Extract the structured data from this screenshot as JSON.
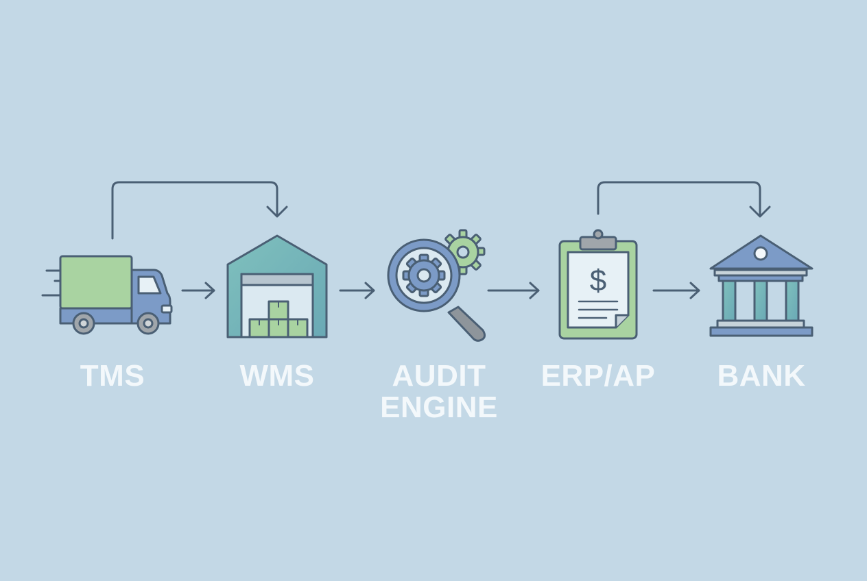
{
  "nodes": [
    {
      "id": "tms",
      "label_lines": [
        "TMS"
      ],
      "icon": "truck-icon"
    },
    {
      "id": "wms",
      "label_lines": [
        "WMS"
      ],
      "icon": "warehouse-icon"
    },
    {
      "id": "audit",
      "label_lines": [
        "AUDIT",
        "ENGINE"
      ],
      "icon": "magnifier-gear-icon"
    },
    {
      "id": "erp",
      "label_lines": [
        "ERP/AP"
      ],
      "icon": "clipboard-invoice-icon"
    },
    {
      "id": "bank",
      "label_lines": [
        "BANK"
      ],
      "icon": "bank-icon"
    }
  ],
  "invoice_symbol": "$",
  "colors": {
    "background": "#c3d8e6",
    "stroke": "#4a5f74",
    "blue": "#7c9bc7",
    "green": "#a9d3a1",
    "teal": "#6fb9b5",
    "light": "#e7f1f6",
    "label": "#f3f8fb"
  }
}
